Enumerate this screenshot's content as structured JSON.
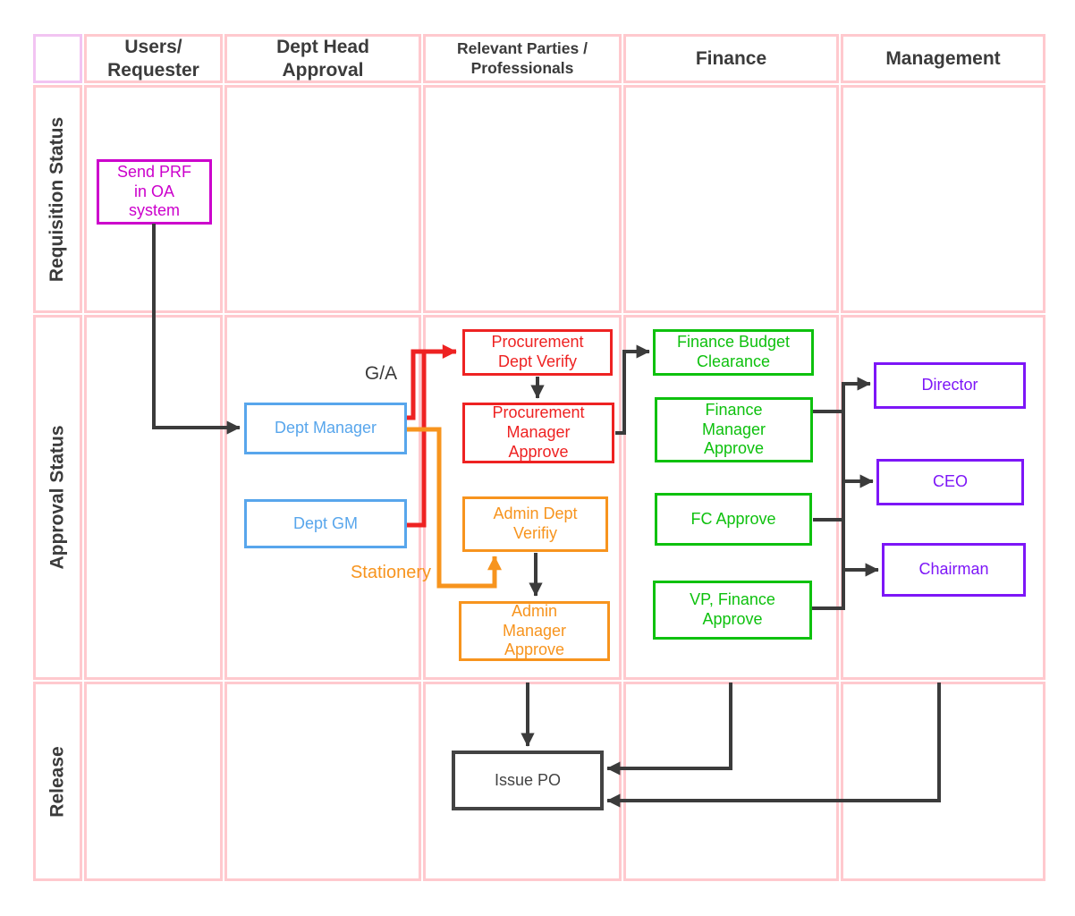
{
  "grid": {
    "columns": [
      "Users/\nRequester",
      "Dept Head\nApproval",
      "Relevant Parties /\nProfessionals",
      "Finance",
      "Management"
    ],
    "rows": [
      "Requisition Status",
      "Approval Status",
      "Release"
    ]
  },
  "nodes": {
    "send_prf": {
      "label": "Send PRF\nin OA\nsystem",
      "color_key": "magenta"
    },
    "dept_manager": {
      "label": "Dept Manager",
      "color_key": "blue"
    },
    "dept_gm": {
      "label": "Dept GM",
      "color_key": "blue"
    },
    "proc_dept_verify": {
      "label": "Procurement\nDept Verify",
      "color_key": "red"
    },
    "proc_mgr_approve": {
      "label": "Procurement\nManager\nApprove",
      "color_key": "red"
    },
    "admin_dept_verify": {
      "label": "Admin Dept\nVerifiy",
      "color_key": "orange"
    },
    "admin_mgr_approve": {
      "label": "Admin\nManager\nApprove",
      "color_key": "orange"
    },
    "fin_budget_clearance": {
      "label": "Finance Budget\nClearance",
      "color_key": "green"
    },
    "fin_mgr_approve": {
      "label": "Finance\nManager\nApprove",
      "color_key": "green"
    },
    "fc_approve": {
      "label": "FC Approve",
      "color_key": "green"
    },
    "vp_fin_approve": {
      "label": "VP, Finance\nApprove",
      "color_key": "green"
    },
    "director": {
      "label": "Director",
      "color_key": "purple"
    },
    "ceo": {
      "label": "CEO",
      "color_key": "purple"
    },
    "chairman": {
      "label": "Chairman",
      "color_key": "purple"
    },
    "issue_po": {
      "label": "Issue PO",
      "color_key": "ink"
    }
  },
  "edge_labels": {
    "ga": "G/A",
    "stationery": "Stationery"
  },
  "colors": {
    "magenta": "#cc00cc",
    "blue": "#58a6ec",
    "red": "#ee2222",
    "orange": "#f7941e",
    "green": "#0ec10e",
    "purple": "#7d16f7",
    "ink": "#434343",
    "dark": "#3b3b3b",
    "grid_pink": "#ffc9ce",
    "grid_violet": "#f2c4f2"
  }
}
